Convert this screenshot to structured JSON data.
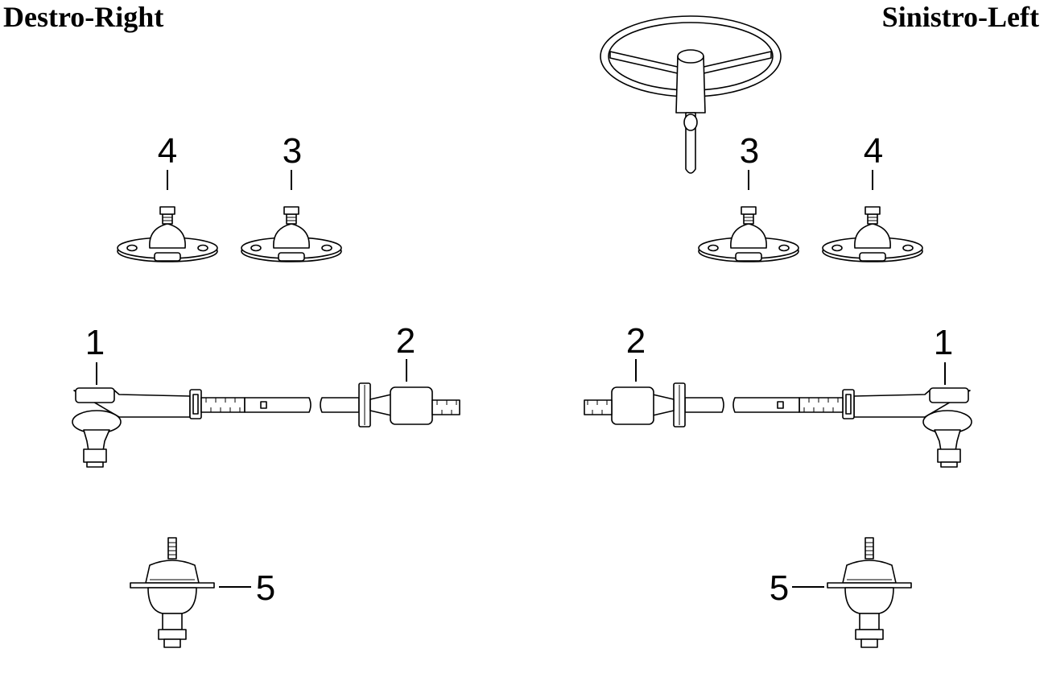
{
  "titles": {
    "right": "Destro-Right",
    "left": "Sinistro-Left"
  },
  "callouts": {
    "right_side": {
      "tie_rod_end": "1",
      "inner_joint": "2",
      "mount_a": "3",
      "mount_b": "4",
      "ball_joint": "5"
    },
    "left_side": {
      "tie_rod_end": "1",
      "inner_joint": "2",
      "mount_a": "3",
      "mount_b": "4",
      "ball_joint": "5"
    }
  },
  "icons": {
    "steering_wheel": "steering-wheel-icon"
  },
  "colors": {
    "line": "#000000",
    "background": "#ffffff"
  }
}
